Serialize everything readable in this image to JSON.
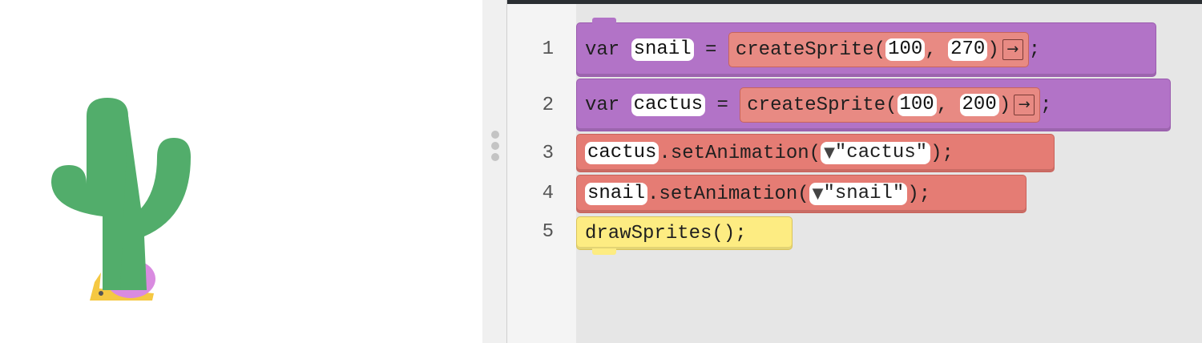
{
  "editor": {
    "line_numbers": [
      "1",
      "2",
      "3",
      "4",
      "5"
    ],
    "lines": [
      {
        "kw": "var",
        "varname": "snail",
        "eq": "=",
        "func": "createSprite(",
        "arg1": "100",
        "sep": ", ",
        "arg2": "270",
        "close": ")",
        "arrow": "→",
        "semi": ";"
      },
      {
        "kw": "var",
        "varname": "cactus",
        "eq": "=",
        "func": "createSprite(",
        "arg1": "100",
        "sep": ", ",
        "arg2": "200",
        "close": ")",
        "arrow": "→",
        "semi": ";"
      },
      {
        "obj": "cactus",
        "method": ".setAnimation(",
        "dd_arrow": "▼",
        "arg": "\"cactus\"",
        "close": ");"
      },
      {
        "obj": "snail",
        "method": ".setAnimation(",
        "dd_arrow": "▼",
        "arg": "\"snail\"",
        "close": ");"
      },
      {
        "call": "drawSprites();"
      }
    ]
  },
  "colors": {
    "variable_block": "#b273c7",
    "sprite_block": "#e57c74",
    "world_block": "#fdec82",
    "cactus_green": "#52ad6b",
    "snail_shell": "#d98be0",
    "snail_body": "#f5c842"
  },
  "stage": {
    "sprites": [
      "cactus-sprite",
      "snail-sprite"
    ]
  }
}
